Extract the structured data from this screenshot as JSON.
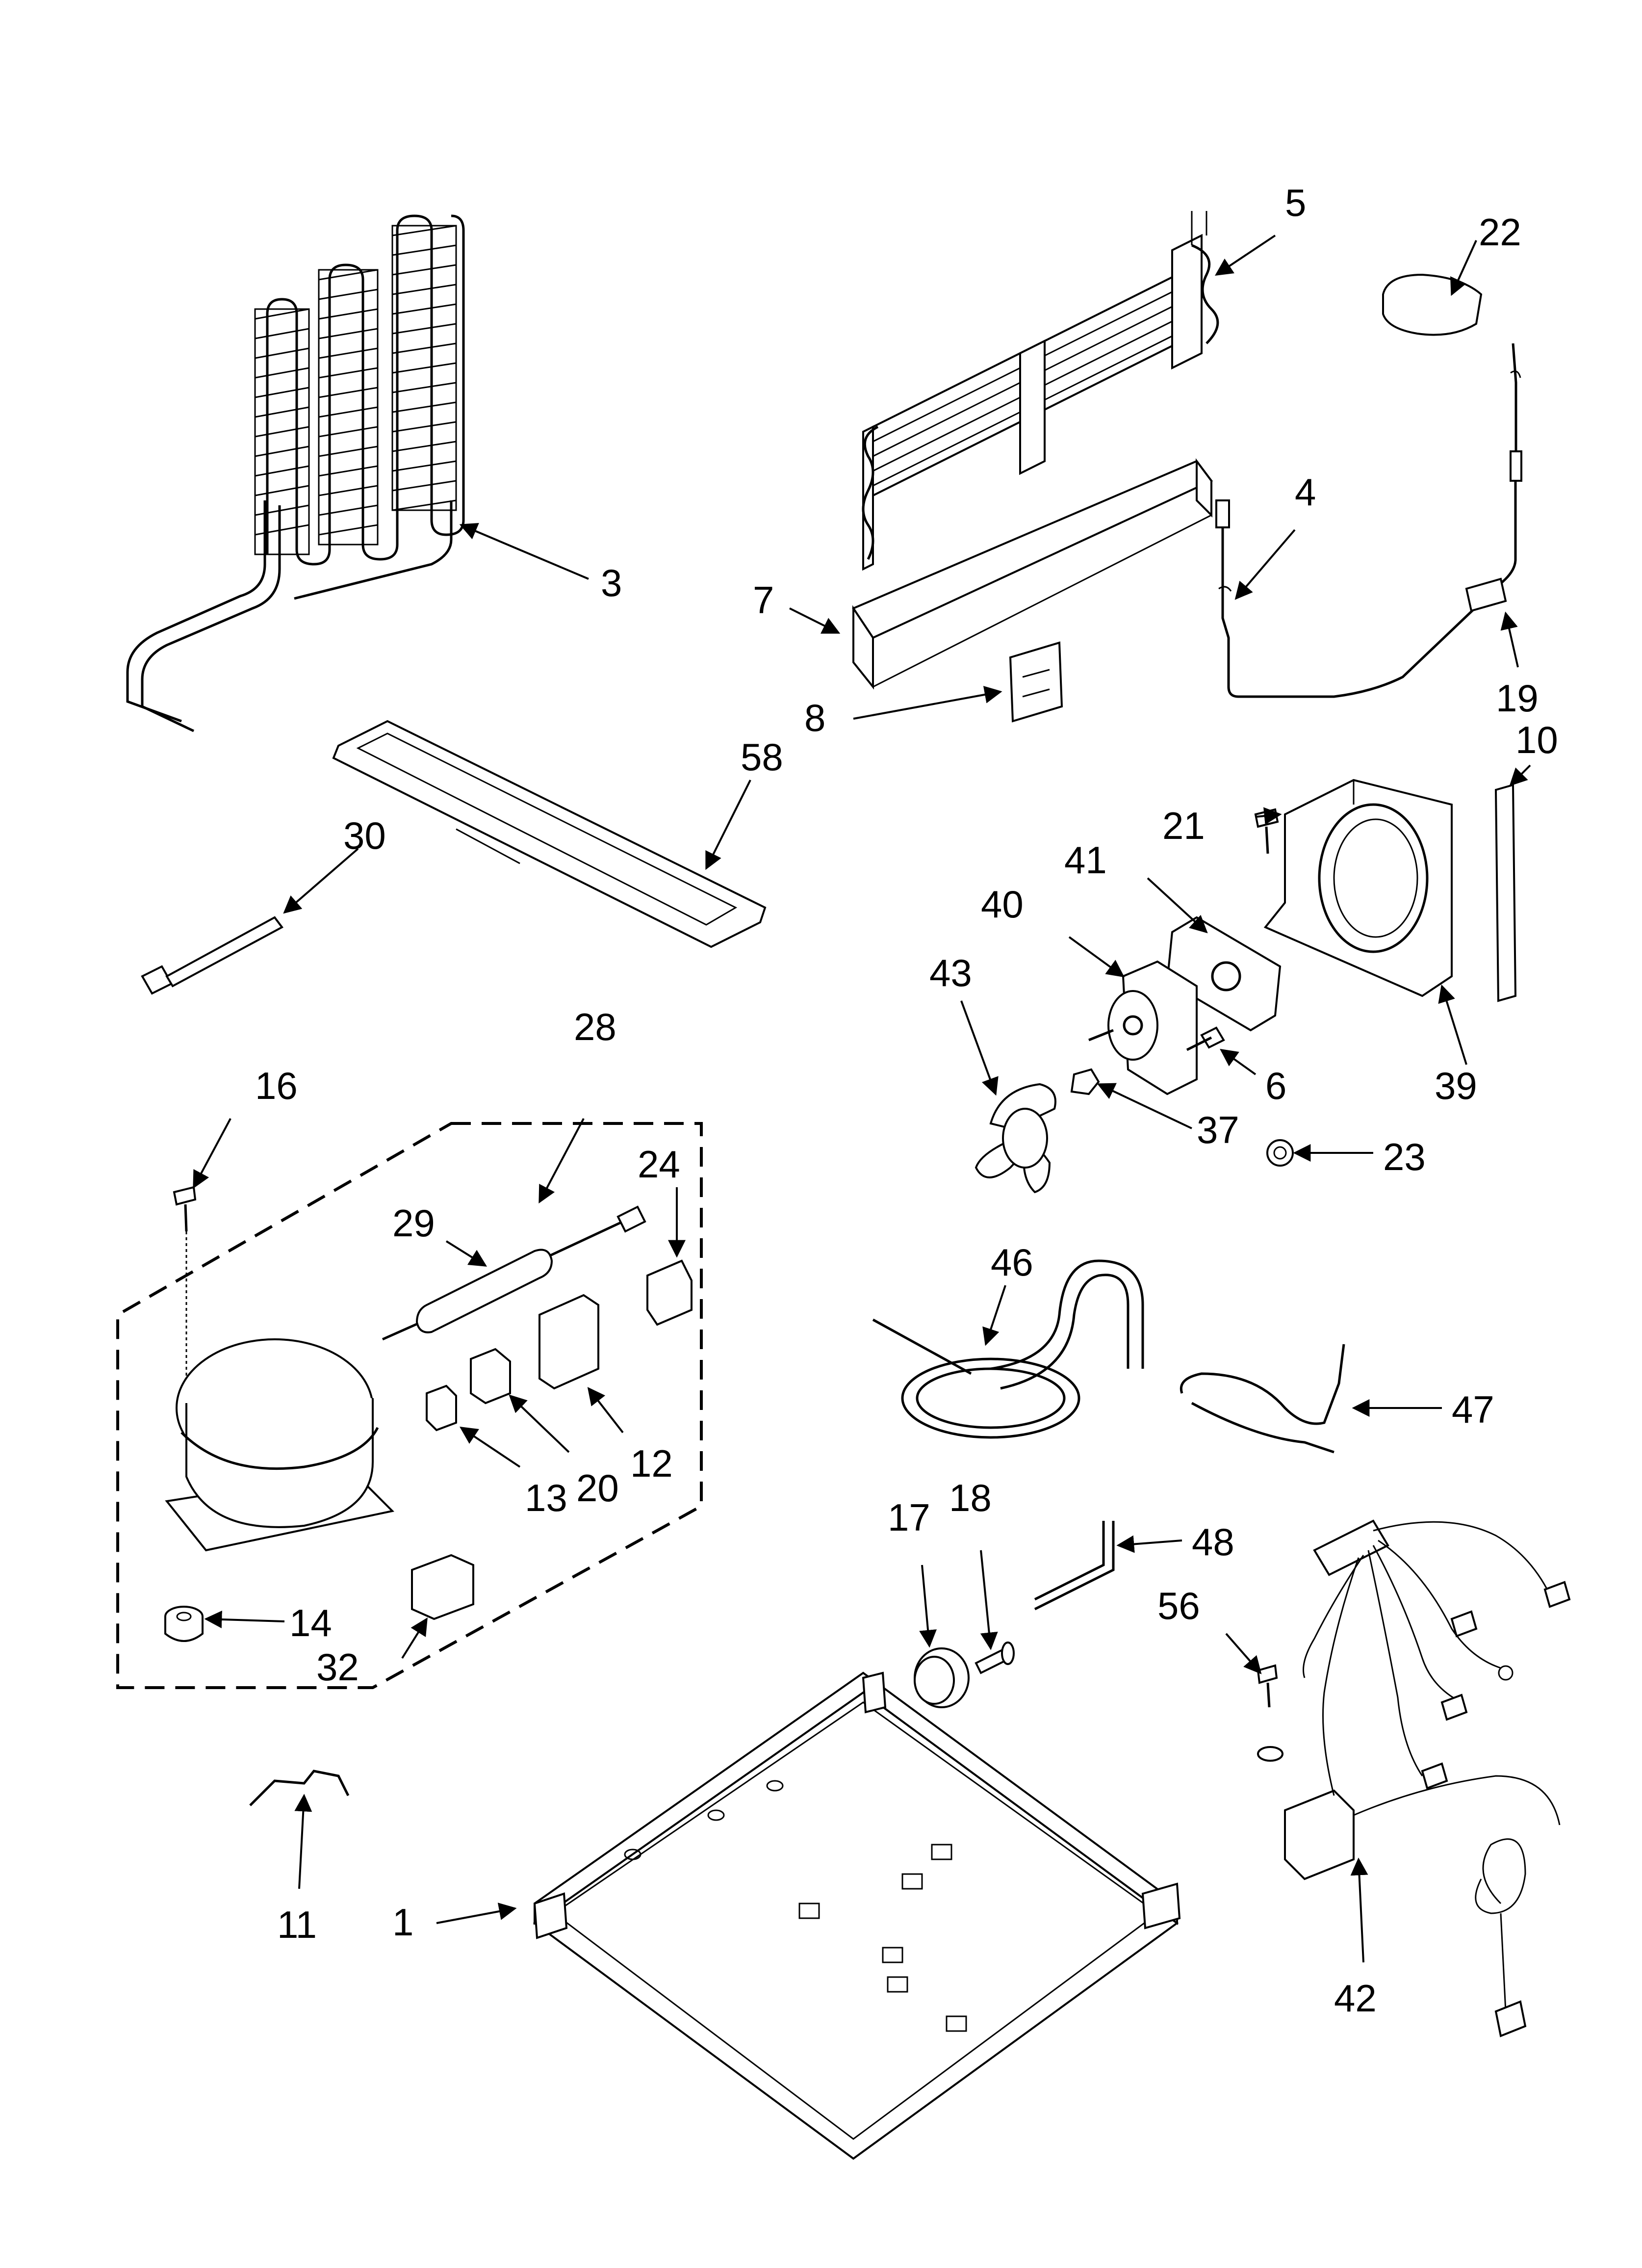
{
  "callouts": [
    {
      "id": "p1",
      "text": "1"
    },
    {
      "id": "p3",
      "text": "3"
    },
    {
      "id": "p4",
      "text": "4"
    },
    {
      "id": "p5",
      "text": "5"
    },
    {
      "id": "p6",
      "text": "6"
    },
    {
      "id": "p7",
      "text": "7"
    },
    {
      "id": "p8",
      "text": "8"
    },
    {
      "id": "p10",
      "text": "10"
    },
    {
      "id": "p11",
      "text": "11"
    },
    {
      "id": "p12",
      "text": "12"
    },
    {
      "id": "p13",
      "text": "13"
    },
    {
      "id": "p14",
      "text": "14"
    },
    {
      "id": "p16",
      "text": "16"
    },
    {
      "id": "p17",
      "text": "17"
    },
    {
      "id": "p18",
      "text": "18"
    },
    {
      "id": "p19",
      "text": "19"
    },
    {
      "id": "p20",
      "text": "20"
    },
    {
      "id": "p21",
      "text": "21"
    },
    {
      "id": "p22",
      "text": "22"
    },
    {
      "id": "p23",
      "text": "23"
    },
    {
      "id": "p24",
      "text": "24"
    },
    {
      "id": "p28",
      "text": "28"
    },
    {
      "id": "p29",
      "text": "29"
    },
    {
      "id": "p30",
      "text": "30"
    },
    {
      "id": "p32",
      "text": "32"
    },
    {
      "id": "p37",
      "text": "37"
    },
    {
      "id": "p39",
      "text": "39"
    },
    {
      "id": "p40",
      "text": "40"
    },
    {
      "id": "p41",
      "text": "41"
    },
    {
      "id": "p42",
      "text": "42"
    },
    {
      "id": "p43",
      "text": "43"
    },
    {
      "id": "p46",
      "text": "46"
    },
    {
      "id": "p47",
      "text": "47"
    },
    {
      "id": "p48",
      "text": "48"
    },
    {
      "id": "p56",
      "text": "56"
    },
    {
      "id": "p58",
      "text": "58"
    }
  ]
}
